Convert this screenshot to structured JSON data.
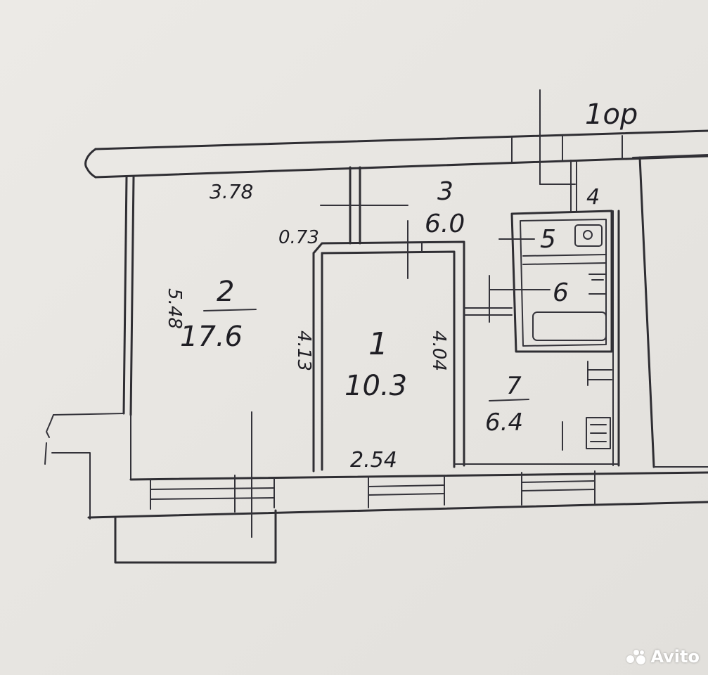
{
  "plan": {
    "header_mark": "1ор",
    "dimensions": {
      "room2_width": "3.78",
      "room2_depth": "5.48",
      "partition_gap": "0.73",
      "room1_left_depth": "4.13",
      "room1_right_depth": "4.04",
      "room1_width": "2.54"
    },
    "rooms": [
      {
        "number": "2",
        "area": "17.6"
      },
      {
        "number": "1",
        "area": "10.3"
      },
      {
        "number": "3",
        "area": "6.0"
      },
      {
        "number": "4",
        "area": ""
      },
      {
        "number": "5",
        "area": ""
      },
      {
        "number": "6",
        "area": ""
      },
      {
        "number": "7",
        "area": "6.4"
      }
    ]
  },
  "watermark": {
    "brand": "Avito"
  }
}
